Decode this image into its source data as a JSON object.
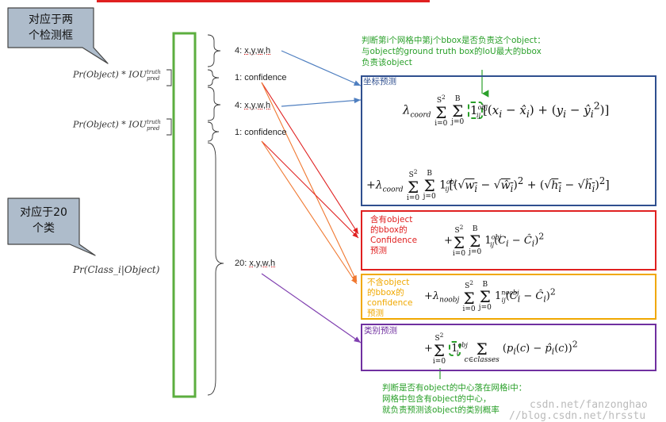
{
  "callouts": {
    "top": "对应于两个检测框",
    "top_line1": "对应于两",
    "top_line2": "个检测框",
    "middle_line1": "对应于20",
    "middle_line2": "个类"
  },
  "left_formulas": {
    "conf1": "Pr(Object) * IOU",
    "conf1_sup": "truth",
    "conf1_sub": "pred",
    "conf2": "Pr(Object) * IOU",
    "conf2_sup": "truth",
    "conf2_sub": "pred",
    "class": "Pr(Class_i|Object)"
  },
  "segment_labels": {
    "seg1_num": "4:",
    "seg1_text": "x,y,w,h",
    "seg2_num": "1:",
    "seg2_text": "confidence",
    "seg3_num": "4:",
    "seg3_text": "x,y,w,h",
    "seg4_num": "1:",
    "seg4_text": "confidence",
    "seg5_num": "20:",
    "seg5_text": "x,y,w,h"
  },
  "top_note": {
    "line1": "判断第i个网格中第j个bbox是否负责这个object：",
    "line2": "与object的ground truth box的IoU最大的bbox",
    "line3": "负责该object"
  },
  "bottom_note": {
    "line1": "判断是否有object的中心落在网格i中：",
    "line2": "网格中包含有object的中心，",
    "line3": "就负责预测该object的类别概率"
  },
  "boxes": {
    "coord_title": "坐标预测",
    "obj_title_1": "含有object",
    "obj_title_2": "的bbox的",
    "obj_title_3": "Confidence",
    "obj_title_4": "预测",
    "noobj_title_1": "不含object",
    "noobj_title_2": "的bbox的",
    "noobj_title_3": "confidence",
    "noobj_title_4": "预测",
    "class_title": "类别预测"
  },
  "watermark": {
    "line1": "csdn.net/fanzonghao",
    "line2": "//blog.csdn.net/hrsstu"
  },
  "colors": {
    "bar": "#5cae3f",
    "coord_box": "#2f4f8f",
    "obj_box": "#e02020",
    "noobj_box": "#f0a800",
    "class_box": "#7030a0",
    "green_note": "#2aa02a",
    "callout_fill": "#aebccb",
    "arrow_blue": "#4f7fc0",
    "arrow_red": "#e02020",
    "arrow_orange": "#f07830",
    "arrow_purple": "#8040b0"
  }
}
